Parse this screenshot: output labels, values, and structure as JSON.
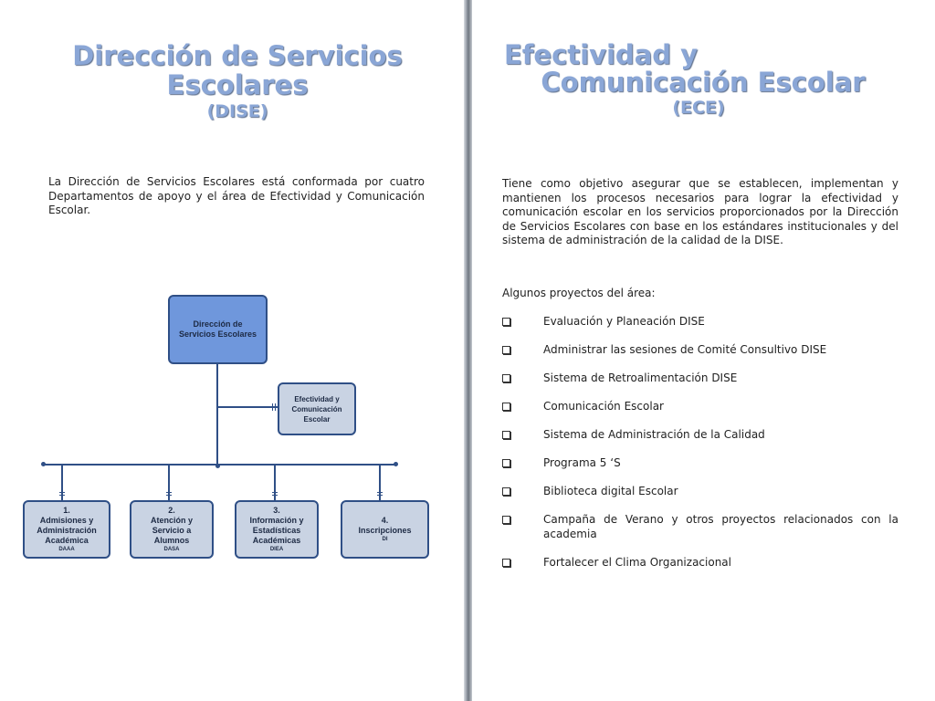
{
  "left": {
    "title_line1": "Dirección de Servicios",
    "title_line2": "Escolares",
    "title_abbr": "(DISE)",
    "paragraph": "La Dirección de Servicios Escolares está conformada por cuatro Departamentos de apoyo y el área de Efectividad y Comunicación Escolar."
  },
  "org_chart": {
    "top": "Dirección de Servicios Escolares",
    "side": "Efectividad y Comunicación Escolar",
    "departments": [
      {
        "num": "1.",
        "name": "Admisiones y Administración Académica",
        "abbr": "DAAA"
      },
      {
        "num": "2.",
        "name": "Atención y Servicio a Alumnos",
        "abbr": "DASA"
      },
      {
        "num": "3.",
        "name": "Información y Estadísticas Académicas",
        "abbr": "DIEA"
      },
      {
        "num": "4.",
        "name": "Inscripciones",
        "abbr": "DI"
      }
    ]
  },
  "right": {
    "title_line1": "Efectividad y",
    "title_line2": "Comunicación Escolar",
    "title_abbr": "(ECE)",
    "paragraph": "Tiene como objetivo asegurar que se establecen, implementan y mantienen los procesos necesarios para lograr la efectividad y comunicación escolar en los servicios proporcionados por la Dirección de Servicios Escolares con base en los estándares institucionales y del sistema de administración de la calidad de la DISE.",
    "projects_intro": "Algunos proyectos del área:",
    "projects": [
      "Evaluación y Planeación DISE",
      "Administrar las sesiones de Comité Consultivo DISE",
      "Sistema de Retroalimentación DISE",
      "Comunicación Escolar",
      "Sistema de Administración de la Calidad",
      "Programa 5 ‘S",
      "Biblioteca digital Escolar",
      "Campaña de Verano y otros proyectos relacionados con la academia",
      "Fortalecer el Clima Organizacional"
    ]
  }
}
